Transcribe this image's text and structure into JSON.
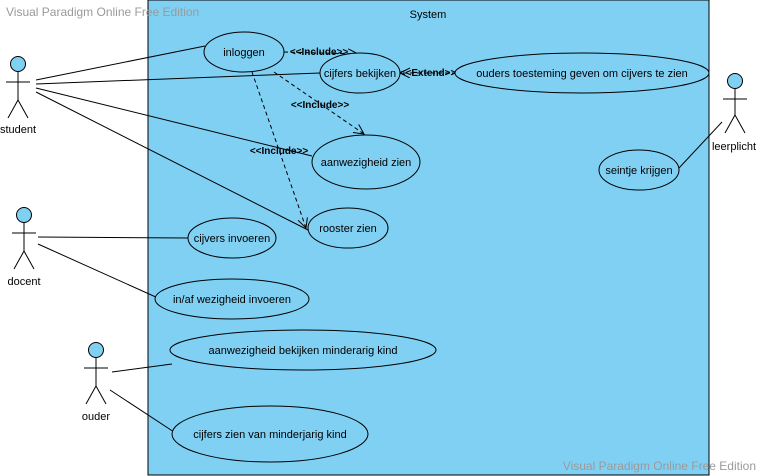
{
  "watermark": {
    "top": "Visual Paradigm Online Free Edition",
    "bottom": "Visual Paradigm Online Free Edition"
  },
  "system": {
    "title": "System",
    "fill": "#80d0f4"
  },
  "actors": {
    "student": "student",
    "docent": "docent",
    "ouder": "ouder",
    "leerplicht": "leerplicht"
  },
  "usecases": {
    "inloggen": "inloggen",
    "cijfers_bekijken": "cijfers bekijken",
    "ouders_toestemming": "ouders toesteming geven om cijvers te zien",
    "aanwezigheid_zien": "aanwezigheid zien",
    "rooster_zien": "rooster zien",
    "seintje_krijgen": "seintje krijgen",
    "cijvers_invoeren": "cijvers invoeren",
    "inaf_wezigheid": "in/af wezigheid invoeren",
    "aanwezigheid_bekijken_kind": "aanwezigheid bekijken minderarig kind",
    "cijfers_zien_kind": "cijfers zien van minderjarig kind"
  },
  "stereotypes": {
    "include1": "<<Include>>",
    "extend": "<<Extend>>",
    "include2": "<<Include>>",
    "include3": "<<Include>>"
  }
}
